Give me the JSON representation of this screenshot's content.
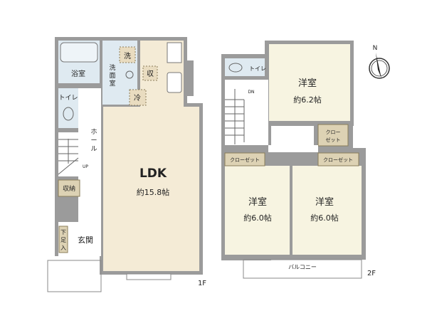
{
  "floor1": {
    "label": "1F",
    "rooms": {
      "bath": "浴室",
      "wash_machine": "洗",
      "washroom": [
        "洗",
        "面",
        "室"
      ],
      "storage_kitchen": "収",
      "fridge": "冷",
      "toilet": "トイレ",
      "hall": [
        "ホ",
        "ー",
        "ル"
      ],
      "stairs_up": "UP",
      "storage": "収納",
      "entrance": "玄関",
      "shoe_cabinet": [
        "下",
        "足",
        "入"
      ],
      "ldk": "LDK",
      "ldk_size": "約15.8帖"
    }
  },
  "floor2": {
    "label": "2F",
    "rooms": {
      "toilet": "トイレ",
      "stairs_down": "DN",
      "room_a": "洋室",
      "room_a_size": "約6.2帖",
      "closet_a": [
        "クロー",
        "ゼット"
      ],
      "closet_b": "クローゼット",
      "closet_c": "クローゼット",
      "room_b": "洋室",
      "room_b_size": "約6.0帖",
      "room_c": "洋室",
      "room_c_size": "約6.0帖",
      "balcony": "バルコニー"
    }
  },
  "compass": {
    "north": "N"
  }
}
